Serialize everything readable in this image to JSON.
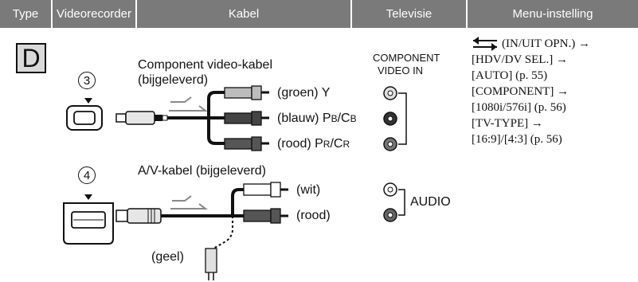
{
  "header": {
    "type": "Type",
    "videorecorder": "Videorecorder",
    "kabel": "Kabel",
    "televisie": "Televisie",
    "menu": "Menu-instelling"
  },
  "type_letter": "D",
  "section3": {
    "number": "3",
    "cable_title_line1": "Component video-kabel",
    "cable_title_line2": "(bijgeleverd)",
    "plug_green": "(groen) Y",
    "plug_blue_prefix": "(blauw) P",
    "plug_blue_sub1": "B",
    "plug_blue_mid": "/C",
    "plug_blue_sub2": "B",
    "plug_red_prefix": "(rood) P",
    "plug_red_sub1": "R",
    "plug_red_mid": "/C",
    "plug_red_sub2": "R",
    "tv_label_line1": "COMPONENT",
    "tv_label_line2": "VIDEO IN"
  },
  "section4": {
    "number": "4",
    "cable_title": "A/V-kabel (bijgeleverd)",
    "plug_white": "(wit)",
    "plug_red": "(rood)",
    "plug_yellow": "(geel)",
    "tv_label": "AUDIO"
  },
  "menu": {
    "line1": "(IN/UIT OPN.) →",
    "line2": "[HDV/DV SEL.] →",
    "line3": "[AUTO] (p. 55)",
    "line4": "[COMPONENT] →",
    "line5": "[1080i/576i] (p. 56)",
    "line6": "[TV-TYPE] →",
    "line7": "[16:9]/[4:3] (p. 56)"
  }
}
